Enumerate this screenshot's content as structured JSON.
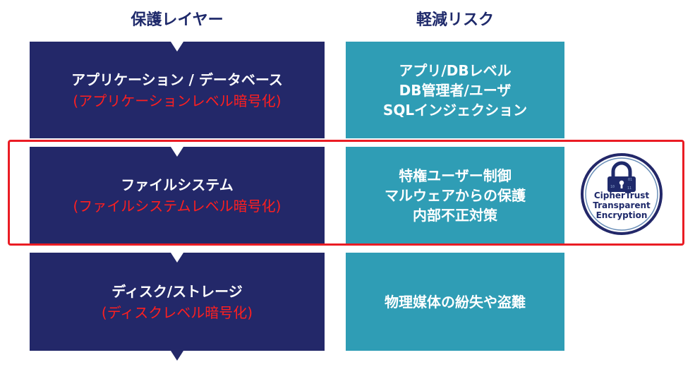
{
  "headers": {
    "layers": "保護レイヤー",
    "risks": "軽減リスク"
  },
  "layers": [
    {
      "name": "アプリケーション / データベース",
      "encryption": "(アプリケーションレベル暗号化)"
    },
    {
      "name": "ファイルシステム",
      "encryption": "(ファイルシステムレベル暗号化)"
    },
    {
      "name": "ディスク/ストレージ",
      "encryption": "(ディスクレベル暗号化)"
    }
  ],
  "risks": [
    [
      "アプリ/DBレベル",
      "DB管理者/ユーザ",
      "SQLインジェクション"
    ],
    [
      "特権ユーザー制御",
      "マルウェアからの保護",
      "内部不正対策"
    ],
    [
      "物理媒体の紛失や盗難"
    ]
  ],
  "badge": {
    "lines": [
      "CipherTrust",
      "Transparent",
      "Encryption"
    ]
  },
  "colors": {
    "navy": "#232869",
    "teal": "#2f9db5",
    "red": "#ea1c24"
  }
}
